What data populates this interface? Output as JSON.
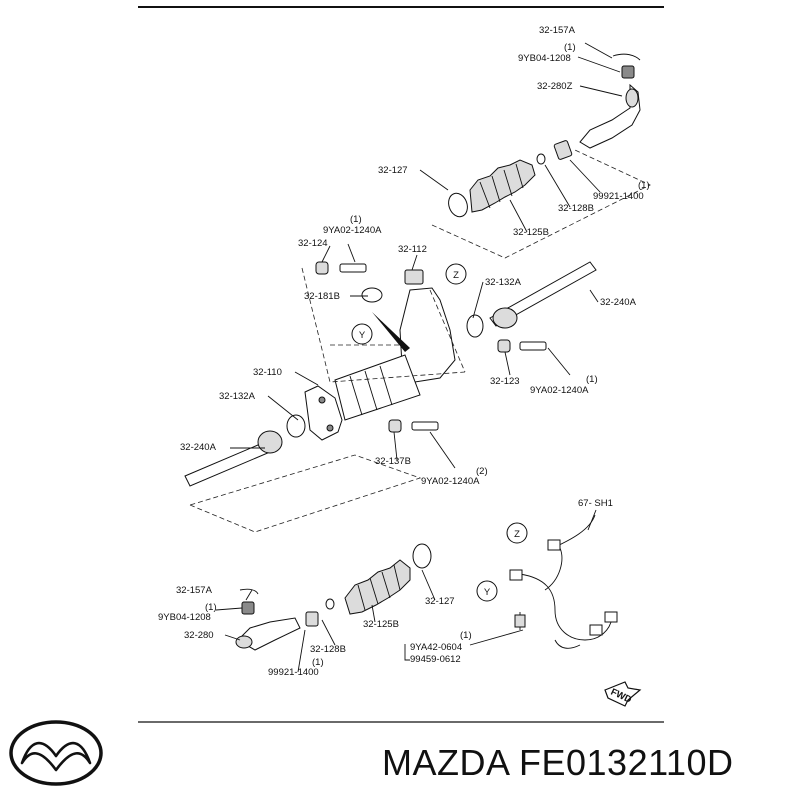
{
  "labels": {
    "l_157a_top": "32-157A",
    "l_qty_top1": "(1)",
    "l_9yb_top": "9YB04-1208",
    "l_280z": "32-280Z",
    "l_127_top": "32-127",
    "l_99921_top": "99921-1400",
    "l_qty_top2": "(1)",
    "l_128b_top": "32-128B",
    "l_125b_top": "32-125B",
    "l_9ya_1": "9YA02-1240A",
    "l_qty_a": "(1)",
    "l_124": "32-124",
    "l_112": "32-112",
    "l_z1": "Z",
    "l_132a_r": "32-132A",
    "l_240a_r": "32-240A",
    "l_181b": "32-181B",
    "l_y1": "Y",
    "l_110": "32-110",
    "l_123": "32-123",
    "l_qty_b": "(1)",
    "l_9ya_2": "9YA02-1240A",
    "l_132a_l": "32-132A",
    "l_240a_l": "32-240A",
    "l_137b": "32-137B",
    "l_qty_c": "(2)",
    "l_9ya_3": "9YA02-1240A",
    "l_sh1": "67- SH1",
    "l_z2": "Z",
    "l_y2": "Y",
    "l_157a_bot": "32-157A",
    "l_qty_bot1": "(1)",
    "l_9yb_bot": "9YB04-1208",
    "l_280": "32-280",
    "l_127_bot": "32-127",
    "l_125b_bot": "32-125B",
    "l_128b_bot": "32-128B",
    "l_qty_bot2": "(1)",
    "l_99921_bot": "99921-1400",
    "l_qty_d": "(1)",
    "l_9ya42": "9YA42-0604",
    "l_99459": "99459-0612",
    "l_fwd": "FWD"
  },
  "footer": {
    "brand": "MAZDA",
    "part_number": "FE0132110D",
    "title": "MAZDA FE0132110D"
  },
  "icons": {
    "logo": "mazda-logo-icon"
  }
}
